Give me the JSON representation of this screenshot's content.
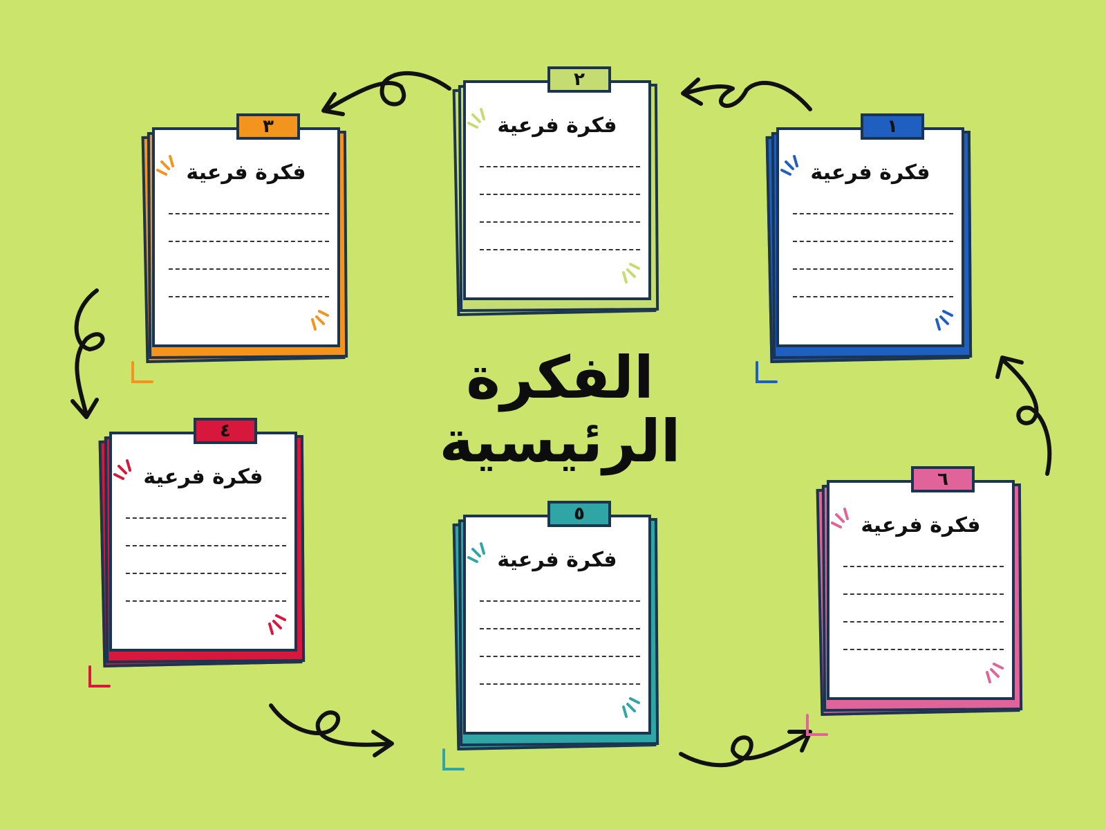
{
  "main_idea": {
    "line1": "الفكرة",
    "line2": "الرئيسية"
  },
  "note_title": "فكرة فرعية",
  "notes": [
    {
      "number": "١",
      "title": "فكرة فرعية",
      "color": "#1f5fbf"
    },
    {
      "number": "٢",
      "title": "فكرة فرعية",
      "color": "#c5dc72"
    },
    {
      "number": "٣",
      "title": "فكرة فرعية",
      "color": "#f2941e"
    },
    {
      "number": "٤",
      "title": "فكرة فرعية",
      "color": "#d8173d"
    },
    {
      "number": "٥",
      "title": "فكرة فرعية",
      "color": "#2fa5a6"
    },
    {
      "number": "٦",
      "title": "فكرة فرعية",
      "color": "#e0639a"
    }
  ],
  "colors": {
    "background": "#cbe46b",
    "outline": "#1b3550",
    "arrow": "#111111"
  }
}
